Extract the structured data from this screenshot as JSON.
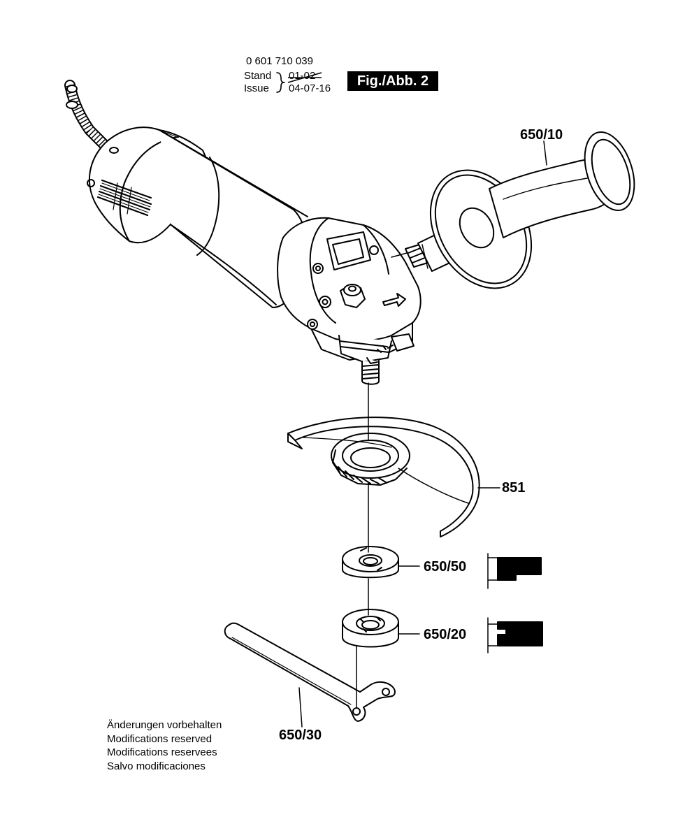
{
  "header": {
    "part_number": "0 601 710 039",
    "stand_label": "Stand",
    "issue_label": "Issue",
    "stand_date_struck": "01-02",
    "issue_date": "04-07-16",
    "figure_label": "Fig./Abb. 2"
  },
  "callouts": {
    "side_handle": "650/10",
    "guard": "851",
    "inner_flange": "650/50",
    "clamp_nut": "650/20",
    "spanner": "650/30"
  },
  "footer": {
    "lines": [
      "Änderungen vorbehalten",
      "Modifications reserved",
      "Modifications reservees",
      "Salvo modificaciones"
    ]
  }
}
